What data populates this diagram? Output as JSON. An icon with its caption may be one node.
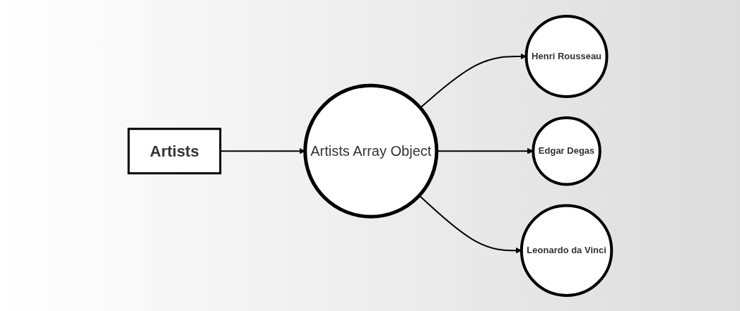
{
  "diagram": {
    "nodes": [
      {
        "text": [
          "Artists"
        ]
      },
      {
        "text": [
          "Artists Array Object"
        ]
      },
      {
        "text": [
          "Henri Rousseau"
        ]
      },
      {
        "text": [
          "Edgar Degas"
        ]
      },
      {
        "text": [
          "Leonardo da Vinci"
        ]
      }
    ],
    "edges": [
      {
        "from": 0,
        "to": 1,
        "arrow": "to"
      },
      {
        "from": 1,
        "to": 2,
        "arrow": "to"
      },
      {
        "from": 1,
        "to": 3,
        "arrow": "to"
      },
      {
        "from": 1,
        "to": 4,
        "arrow": "to"
      }
    ]
  }
}
